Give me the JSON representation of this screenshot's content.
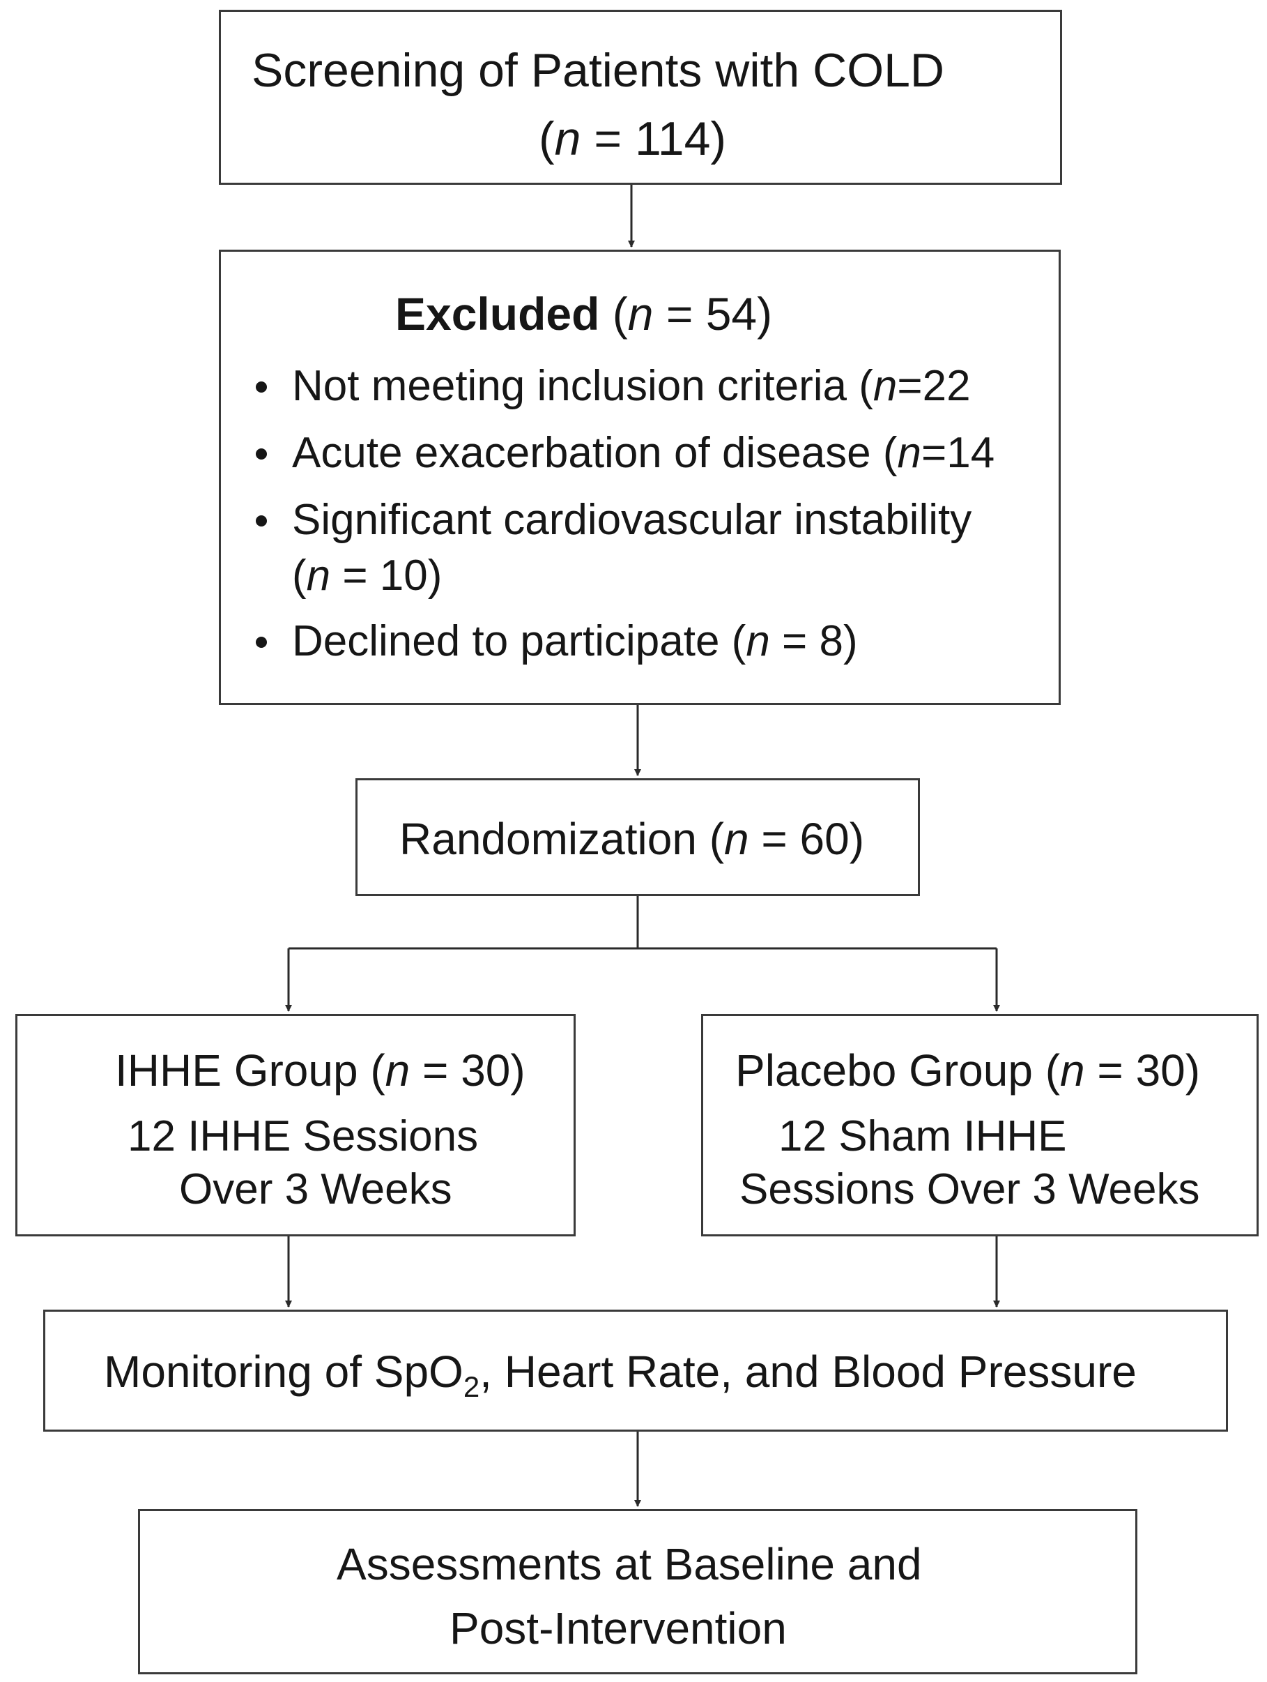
{
  "screening": {
    "title": "Screening of Patients with COLD",
    "n_open": "(",
    "n_var": "n",
    "n_eq": " = 114)"
  },
  "excluded": {
    "title": "Excluded",
    "n_open": " (",
    "n_var": "n",
    "n_eq": " = 54)",
    "reasons": [
      {
        "text": "Not meeting inclusion criteria (",
        "n_var": "n",
        "n_eq": "=22"
      },
      {
        "text": "Acute exacerbation of disease (",
        "n_var": "n",
        "n_eq": "=14"
      },
      {
        "text": "Significant cardiovascular instability",
        "n_open": "(",
        "n_var": "n",
        "n_eq": " = 10)"
      },
      {
        "text": "Declined to participate (",
        "n_var": "n",
        "n_eq": " = 8)"
      }
    ]
  },
  "randomization": {
    "title": "Randomization (",
    "n_var": "n",
    "n_eq": " = 60)"
  },
  "ihhe_group": {
    "title": "IHHE Group (",
    "n_var": "n",
    "n_eq": " = 30)",
    "line1": "12 IHHE Sessions",
    "line2": "Over 3 Weeks"
  },
  "placebo_group": {
    "title": "Placebo Group (",
    "n_var": "n",
    "n_eq": " = 30)",
    "line1": "12 Sham IHHE",
    "line2": "Sessions Over 3 Weeks"
  },
  "monitoring": {
    "pre": "Monitoring of SpO",
    "sub": "2",
    "post": ", Heart Rate, and Blood Pressure"
  },
  "assessments": {
    "line1": "Assessments at Baseline and",
    "line2": "Post-Intervention"
  },
  "colors": {
    "border": "#3a3a3a",
    "text": "#161616",
    "background": "#ffffff"
  }
}
